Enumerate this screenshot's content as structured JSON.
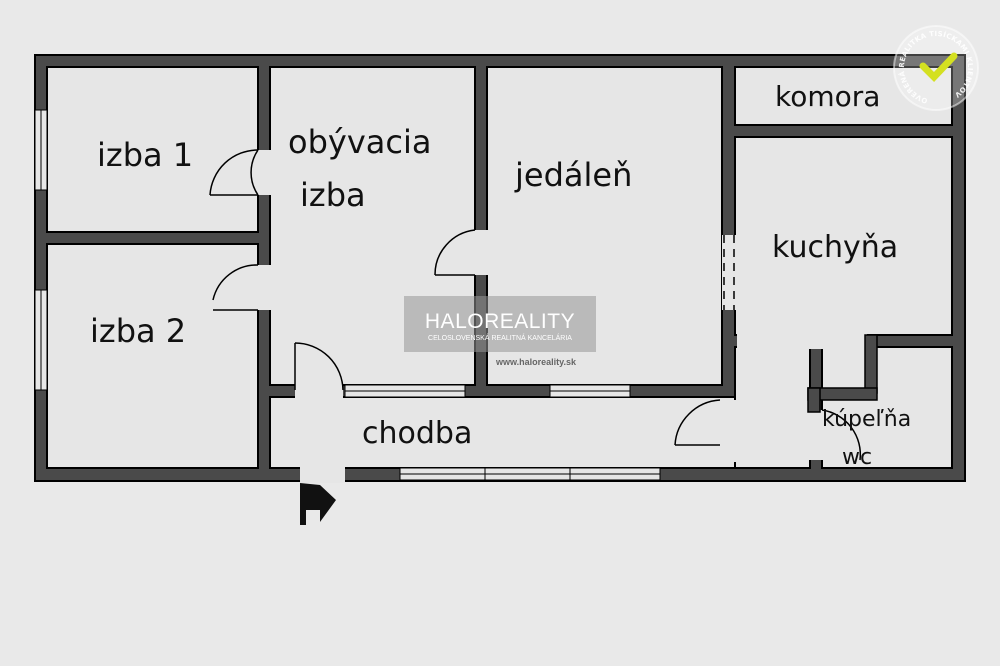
{
  "rooms": {
    "izba1": "izba 1",
    "izba2": "izba 2",
    "obyvacia_line1": "obývacia",
    "obyvacia_line2": "izba",
    "jedalen": "jedáleň",
    "komora": "komora",
    "kuchyna": "kuchyňa",
    "kupelna": "kúpeľňa",
    "wc": "wc",
    "chodba": "chodba"
  },
  "watermark": {
    "brand": "HALOREALITY",
    "tagline": "CELOSLOVENSKÁ REALITNÁ KANCELÁRIA",
    "url": "www.haloreality.sk"
  },
  "badge": {
    "text": "OVERENÁ REALITKA TISÍCKAMI KLIENTOV",
    "check_color": "#d4e021",
    "icon": "check-icon"
  },
  "colors": {
    "wall": "#4a4a4a",
    "floor": "#e6e6e6"
  }
}
